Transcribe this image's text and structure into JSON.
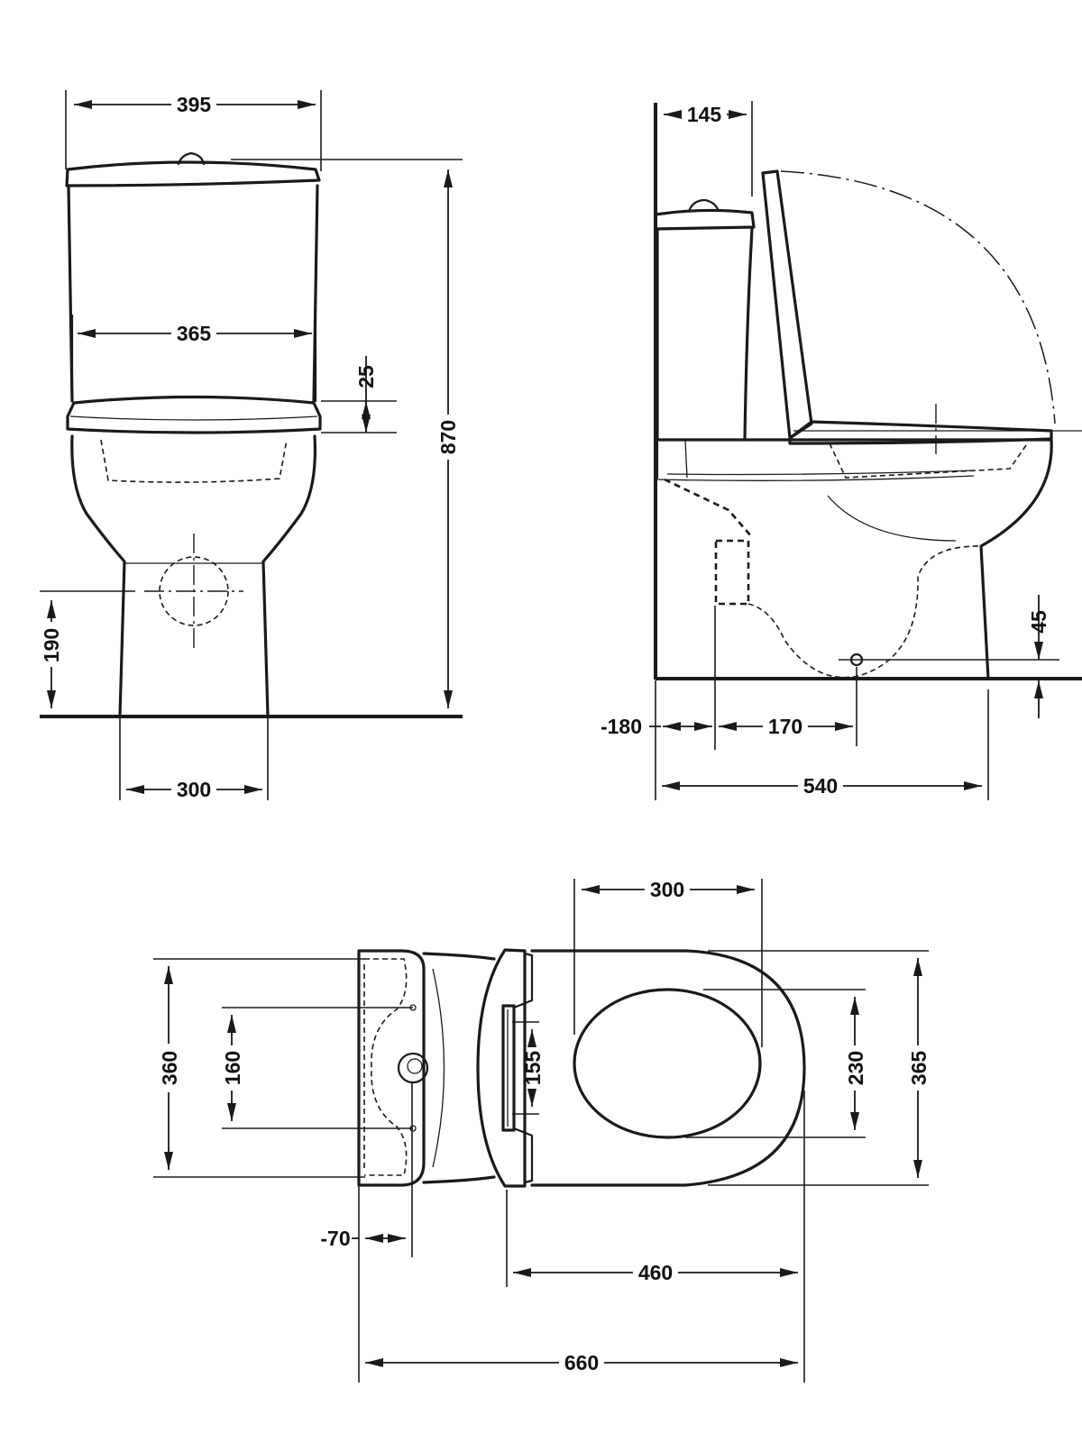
{
  "views": {
    "front": {
      "overall_width": "395",
      "cistern_width": "365",
      "seat_thickness": "25",
      "total_height": "870",
      "outlet_height": "190",
      "base_width": "300"
    },
    "side": {
      "cistern_depth": "145",
      "waste_offset": "-180",
      "outlet_to_waste": "170",
      "outlet_centre_height": "45",
      "projection": "540"
    },
    "plan": {
      "pan_width": "300",
      "tank_width": "360",
      "fixing_centres": "160",
      "hinge_centres": "155",
      "bowl_opening": "230",
      "seat_width": "365",
      "fixing_offset": "-70",
      "seat_length": "460",
      "overall_length": "660"
    }
  }
}
